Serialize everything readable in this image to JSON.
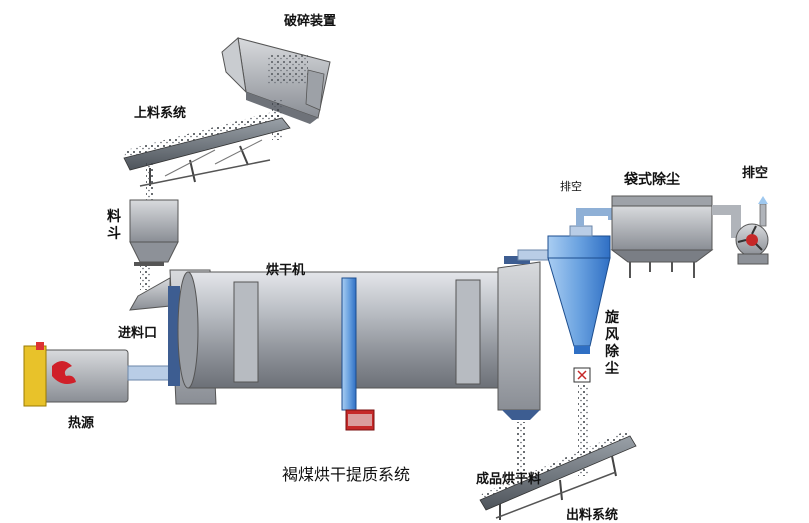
{
  "diagram": {
    "caption": "褐煤烘干提质系统",
    "labels": {
      "crusher": "破碎装置",
      "feed_conveyor": "上料系统",
      "hopper": "料斗",
      "inlet": "进料口",
      "heat_source": "热源",
      "dryer": "烘干机",
      "exhaust_small": "排空",
      "bag_filter": "袋式除尘",
      "exhaust": "排空",
      "cyclone": "旋风除尘",
      "product": "成品烘干料",
      "discharge_conveyor": "出料系统"
    }
  }
}
